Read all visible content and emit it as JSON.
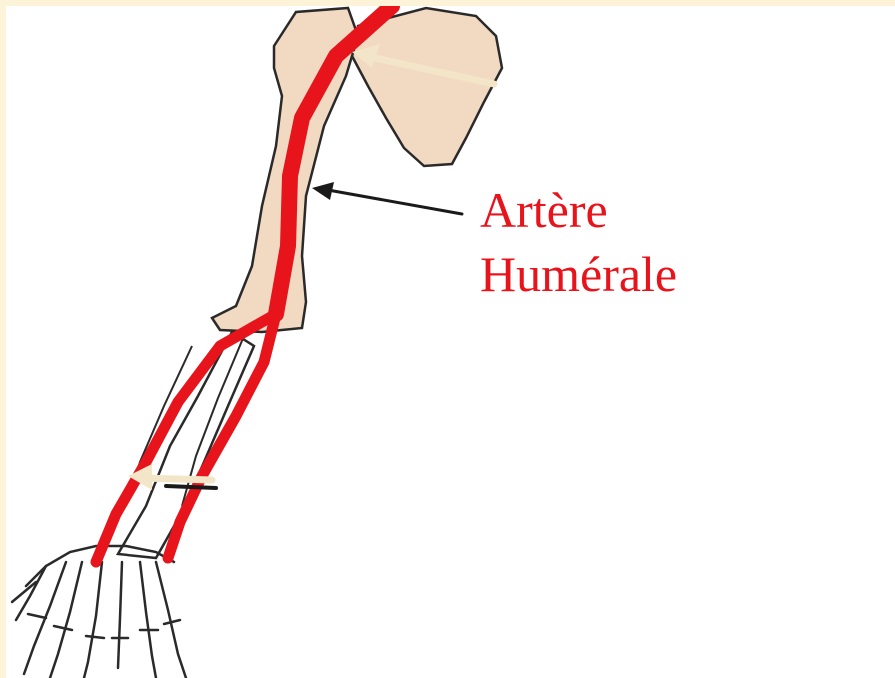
{
  "label": {
    "line1": "Artère",
    "line2": "Humérale"
  },
  "colors": {
    "frame_background": "#fdf3d8",
    "label_text": "#e8141c",
    "artery": "#e8141c",
    "bone_fill": "#f1d9c2",
    "outline": "#2a2a2a",
    "pointer_light": "#f3e6c8",
    "pointer_dark": "#1a1a1a"
  },
  "icons": [
    "scapula-bone",
    "humerus-bone",
    "forearm-bones",
    "hand-bones",
    "brachial-artery",
    "pointer-arrow"
  ]
}
